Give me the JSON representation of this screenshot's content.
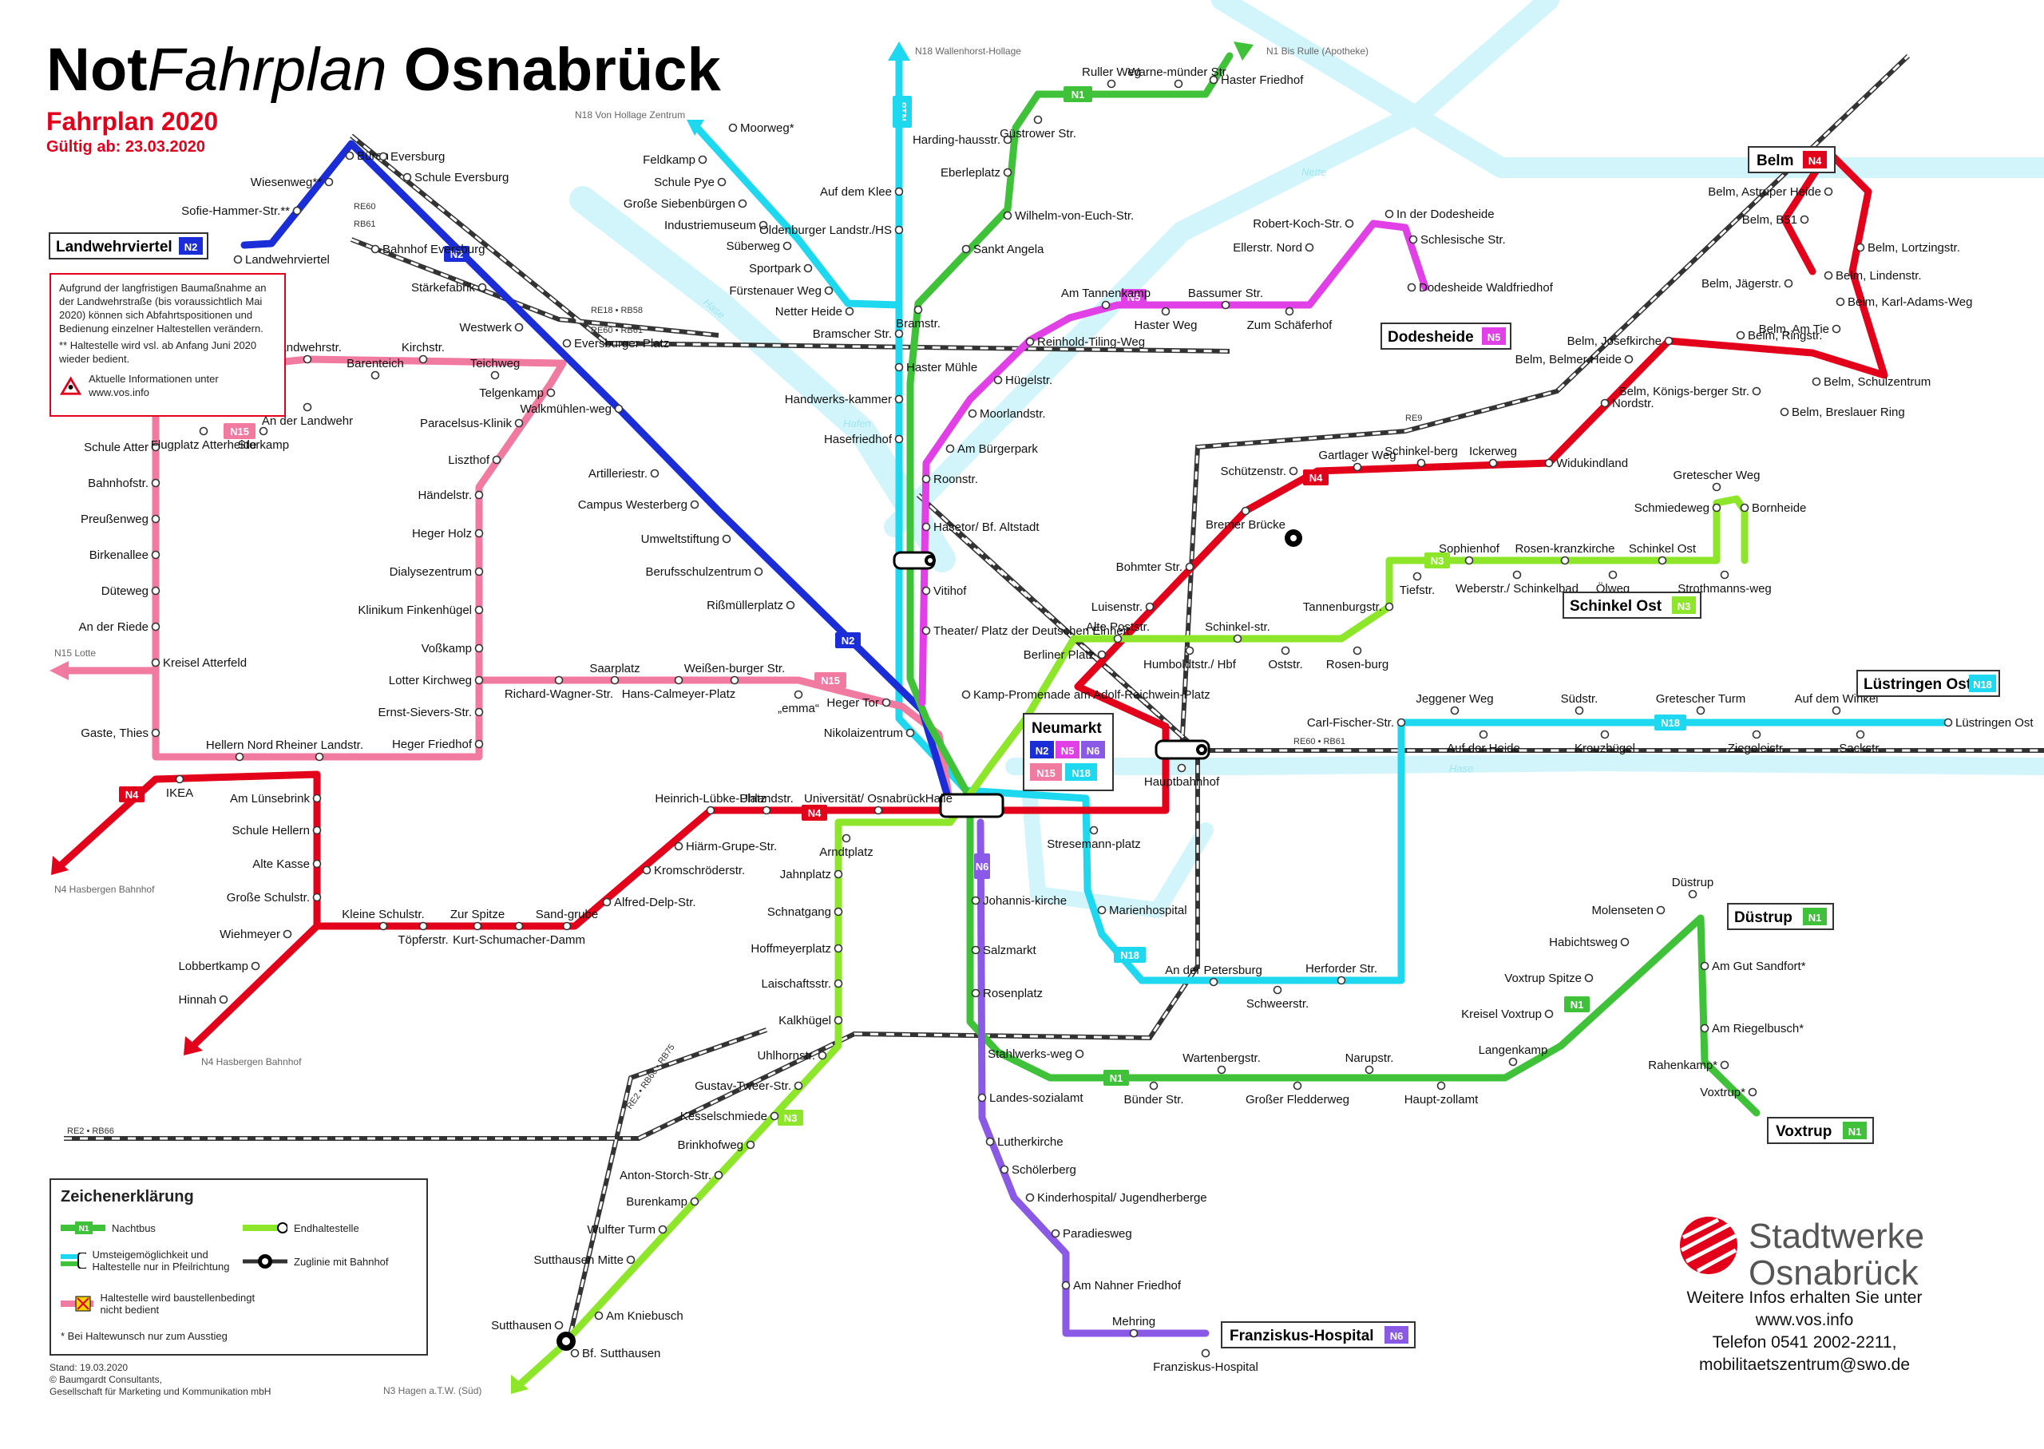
{
  "header": {
    "title_part1": "Not",
    "title_part2": "Fahrplan",
    "title_part3": "Osnabrück",
    "subtitle": "Fahrplan 2020",
    "validity": "Gültig ab: 23.03.2020"
  },
  "notice": {
    "text": "Aufgrund der langfristigen Baumaßnahme an der Landwehrstraße (bis voraussichtlich Mai 2020) können sich Abfahrtspositionen und Bedienung einzelner Haltestellen verändern.",
    "note": "** Haltestelle wird vsl. ab Anfang Juni 2020 wieder bedient.",
    "info": "Aktuelle Informationen unter www.vos.info"
  },
  "lines": {
    "N1": {
      "label": "N1",
      "color": "#3fc23a"
    },
    "N2": {
      "label": "N2",
      "color": "#1a2dd6"
    },
    "N3": {
      "label": "N3",
      "color": "#8ee62b"
    },
    "N4": {
      "label": "N4",
      "color": "#e2001a"
    },
    "N5": {
      "label": "N5",
      "color": "#e040e6"
    },
    "N6": {
      "label": "N6",
      "color": "#8a5ae6"
    },
    "N15": {
      "label": "N15",
      "color": "#f07aa0"
    },
    "N18": {
      "label": "N18",
      "color": "#1ed8f0"
    }
  },
  "termini": {
    "landwehrviertel": "Landwehrviertel",
    "dodesheide": "Dodesheide",
    "belm": "Belm",
    "schinkel_ost": "Schinkel Ost",
    "luestringen_ost": "Lüstringen Ost",
    "duestrup": "Düstrup",
    "voxtrup": "Voxtrup",
    "franziskus": "Franziskus-Hospital",
    "neumarkt": "Neumarkt"
  },
  "directions": {
    "n18_north": "N18 Wallenhorst-Hollage",
    "n1_north": "N1 Bis Rulle (Apotheke)",
    "n18_hollage": "N18 Von Hollage Zentrum",
    "n15_lotte": "N15 Lotte",
    "n4_hasbergen1": "N4 Hasbergen Bahnhof",
    "n4_hasbergen2": "N4 Hasbergen Bahnhof",
    "n3_hagen": "N3 Hagen a.T.W. (Süd)"
  },
  "rail": {
    "re60": "RE60",
    "rb61": "RB61",
    "re18_rb58": "RE18 • RB58",
    "re60_rb61": "RE60 • RB61",
    "re9": "RE9",
    "re60_rb61_east": "RE60 • RB61",
    "re2_rb66_rb75": "RE2 • RB66 • RB75",
    "re2_rb66": "RE2 • RB66"
  },
  "water": {
    "nette": "Nette",
    "hase1": "Hase",
    "hafen": "Hafen",
    "hase2": "Hase"
  },
  "stations": [
    {
      "id": "bueren",
      "name": "Büren"
    },
    {
      "id": "eversburg",
      "name": "Eversburg"
    },
    {
      "id": "schule_eversburg",
      "name": "Schule Eversburg"
    },
    {
      "id": "wiesenweg",
      "name": "Wiesenweg**"
    },
    {
      "id": "sofie",
      "name": "Sofie-Hammer-Str.**"
    },
    {
      "id": "landwehrviertel_stop",
      "name": "Landwehrviertel"
    },
    {
      "id": "bahnhof_eversburg",
      "name": "Bahnhof Eversburg"
    },
    {
      "id": "staerkefabrik",
      "name": "Stärkefabrik"
    },
    {
      "id": "westwerk",
      "name": "Westwerk"
    },
    {
      "id": "eversburger_platz",
      "name": "Eversburger Platz"
    },
    {
      "id": "walkmuehlenweg",
      "name": "Walkmühlen-weg"
    },
    {
      "id": "artilleriestr",
      "name": "Artilleriestr."
    },
    {
      "id": "campus_westerberg",
      "name": "Campus Westerberg"
    },
    {
      "id": "umweltstiftung",
      "name": "Umweltstiftung"
    },
    {
      "id": "berufsschulzentrum",
      "name": "Berufsschulzentrum"
    },
    {
      "id": "rissmuellerplatz",
      "name": "Rißmüllerplatz"
    },
    {
      "id": "landwehrstr",
      "name": "Landwehrstr."
    },
    {
      "id": "kirchstr",
      "name": "Kirchstr."
    },
    {
      "id": "barenteich",
      "name": "Barenteich"
    },
    {
      "id": "teichweg",
      "name": "Teichweg"
    },
    {
      "id": "an_der_landwehr",
      "name": "An der Landwehr"
    },
    {
      "id": "telgenkamp",
      "name": "Telgenkamp"
    },
    {
      "id": "paracelsus",
      "name": "Paracelsus-Klinik"
    },
    {
      "id": "liszthof",
      "name": "Liszthof"
    },
    {
      "id": "haendelstr",
      "name": "Händelstr."
    },
    {
      "id": "heger_holz",
      "name": "Heger Holz"
    },
    {
      "id": "dialysezentrum",
      "name": "Dialysezentrum"
    },
    {
      "id": "klinikum",
      "name": "Klinikum Finkenhügel"
    },
    {
      "id": "vossamp",
      "name": "Voßkamp"
    },
    {
      "id": "lotter_kirchweg",
      "name": "Lotter Kirchweg"
    },
    {
      "id": "ernst_sievers",
      "name": "Ernst-Sievers-Str."
    },
    {
      "id": "heger_friedhof",
      "name": "Heger Friedhof"
    },
    {
      "id": "schule_atter",
      "name": "Schule Atter"
    },
    {
      "id": "flugplatz",
      "name": "Flugplatz Atterheide"
    },
    {
      "id": "storkamp",
      "name": "Storkamp"
    },
    {
      "id": "bahnhofstr",
      "name": "Bahnhofstr."
    },
    {
      "id": "preussenweg",
      "name": "Preußenweg"
    },
    {
      "id": "birkenallee",
      "name": "Birkenallee"
    },
    {
      "id": "dueteweg",
      "name": "Düteweg"
    },
    {
      "id": "an_der_riede",
      "name": "An der Riede"
    },
    {
      "id": "kreisel_atterfeld",
      "name": "Kreisel Atterfeld"
    },
    {
      "id": "gaste",
      "name": "Gaste, Thies"
    },
    {
      "id": "hellern_nord",
      "name": "Hellern Nord"
    },
    {
      "id": "rheiner",
      "name": "Rheiner Landstr."
    },
    {
      "id": "ikea",
      "name": "IKEA"
    },
    {
      "id": "richard_wagner",
      "name": "Richard-Wagner-Str."
    },
    {
      "id": "saarplatz",
      "name": "Saarplatz"
    },
    {
      "id": "hans_calmeyer",
      "name": "Hans-Calmeyer-Platz"
    },
    {
      "id": "weissenburger",
      "name": "Weißen-burger Str."
    },
    {
      "id": "emma",
      "name": "„emma“"
    },
    {
      "id": "heger_tor",
      "name": "Heger Tor"
    },
    {
      "id": "nikolaizentrum",
      "name": "Nikolaizentrum"
    },
    {
      "id": "am_luensebrink",
      "name": "Am Lünsebrink"
    },
    {
      "id": "schule_hellern",
      "name": "Schule Hellern"
    },
    {
      "id": "alte_kasse",
      "name": "Alte Kasse"
    },
    {
      "id": "grosse_schulstr",
      "name": "Große Schulstr."
    },
    {
      "id": "wiehmeyer",
      "name": "Wiehmeyer"
    },
    {
      "id": "lobbertkamp",
      "name": "Lobbertkamp"
    },
    {
      "id": "hinnah",
      "name": "Hinnah"
    },
    {
      "id": "kleine_schulstr",
      "name": "Kleine Schulstr."
    },
    {
      "id": "toepferstr",
      "name": "Töpferstr."
    },
    {
      "id": "zur_spitze",
      "name": "Zur Spitze"
    },
    {
      "id": "kurt_schumacher",
      "name": "Kurt-Schumacher-Damm"
    },
    {
      "id": "sandgrube",
      "name": "Sand-grube"
    },
    {
      "id": "alfred_delp",
      "name": "Alfred-Delp-Str."
    },
    {
      "id": "kromschroeder",
      "name": "Kromschröderstr."
    },
    {
      "id": "hiaerm",
      "name": "Hiärm-Grupe-Str."
    },
    {
      "id": "heinrich_luebke",
      "name": "Heinrich-Lübke-Platz"
    },
    {
      "id": "uhlandstr",
      "name": "Uhlandstr."
    },
    {
      "id": "universitaet",
      "name": "Universität/ OsnabrückHalle"
    },
    {
      "id": "arndtplatz",
      "name": "Arndtplatz"
    },
    {
      "id": "jahnplatz",
      "name": "Jahnplatz"
    },
    {
      "id": "schnatgang",
      "name": "Schnatgang"
    },
    {
      "id": "hoffmeyerplatz",
      "name": "Hoffmeyerplatz"
    },
    {
      "id": "laischaftsstr",
      "name": "Laischaftsstr."
    },
    {
      "id": "kalkhuegel",
      "name": "Kalkhügel"
    },
    {
      "id": "uhlhornstr",
      "name": "Uhlhornstr."
    },
    {
      "id": "gustav_tweer",
      "name": "Gustav-Tweer-Str."
    },
    {
      "id": "kesselschmiede",
      "name": "Kesselschmiede"
    },
    {
      "id": "brinkhofweg",
      "name": "Brinkhofweg"
    },
    {
      "id": "anton_storch",
      "name": "Anton-Storch-Str."
    },
    {
      "id": "burenkamp",
      "name": "Burenkamp"
    },
    {
      "id": "wulfter_turm",
      "name": "Wulfter Turm"
    },
    {
      "id": "sutthausen_mitte",
      "name": "Sutthausen Mitte"
    },
    {
      "id": "am_kniebusch",
      "name": "Am Kniebusch"
    },
    {
      "id": "sutthausen",
      "name": "Sutthausen"
    },
    {
      "id": "bf_sutthausen",
      "name": "Bf. Sutthausen"
    },
    {
      "id": "moorweg",
      "name": "Moorweg*"
    },
    {
      "id": "feldkamp",
      "name": "Feldkamp"
    },
    {
      "id": "schule_pye",
      "name": "Schule Pye"
    },
    {
      "id": "grosse_siebenbuergen",
      "name": "Große Siebenbürgen"
    },
    {
      "id": "industriemuseum",
      "name": "Industriemuseum"
    },
    {
      "id": "sueberweg",
      "name": "Süberweg"
    },
    {
      "id": "sportpark",
      "name": "Sportpark"
    },
    {
      "id": "fuerstenauer",
      "name": "Fürstenauer Weg"
    },
    {
      "id": "netter_heide",
      "name": "Netter Heide"
    },
    {
      "id": "bramscher_str",
      "name": "Bramscher Str."
    },
    {
      "id": "auf_dem_klee",
      "name": "Auf dem Klee"
    },
    {
      "id": "oldenburger",
      "name": "Oldenburger Landstr./HS"
    },
    {
      "id": "haster_muehle",
      "name": "Haster Mühle"
    },
    {
      "id": "handwerkskammer",
      "name": "Handwerks-kammer"
    },
    {
      "id": "hasefriedhof",
      "name": "Hasefriedhof"
    },
    {
      "id": "roonstr",
      "name": "Roonstr."
    },
    {
      "id": "hasetor",
      "name": "Hasetor/ Bf. Altstadt"
    },
    {
      "id": "vitihof",
      "name": "Vitihof"
    },
    {
      "id": "theater",
      "name": "Theater/ Platz der Deutschen Einheit"
    },
    {
      "id": "kamp_promenade",
      "name": "Kamp-Promenade am Adolf-Reichwein-Platz"
    },
    {
      "id": "harding",
      "name": "Harding-hausstr."
    },
    {
      "id": "eberleplatz",
      "name": "Eberleplatz"
    },
    {
      "id": "ruller_weg",
      "name": "Ruller Weg"
    },
    {
      "id": "warne",
      "name": "Warne-münder Str."
    },
    {
      "id": "haster_friedhof",
      "name": "Haster Friedhof"
    },
    {
      "id": "guestrower",
      "name": "Güstrower Str."
    },
    {
      "id": "wilhelm_von_euch",
      "name": "Wilhelm-von-Euch-Str."
    },
    {
      "id": "sankt_angela",
      "name": "Sankt Angela"
    },
    {
      "id": "bramstr",
      "name": "Bramstr."
    },
    {
      "id": "robert_koch",
      "name": "Robert-Koch-Str."
    },
    {
      "id": "in_der_dodesheide",
      "name": "In der Dodesheide"
    },
    {
      "id": "schlesische",
      "name": "Schlesische Str."
    },
    {
      "id": "dodesheide_wf",
      "name": "Dodesheide Waldfriedhof"
    },
    {
      "id": "ellerstr_nord",
      "name": "Ellerstr. Nord"
    },
    {
      "id": "bassumer",
      "name": "Bassumer Str."
    },
    {
      "id": "am_tannenkamp",
      "name": "Am Tannenkamp"
    },
    {
      "id": "haster_weg",
      "name": "Haster Weg"
    },
    {
      "id": "zum_schaeferhof",
      "name": "Zum Schäferhof"
    },
    {
      "id": "reinhold_tiling",
      "name": "Reinhold-Tiling-Weg"
    },
    {
      "id": "huegelstr",
      "name": "Hügelstr."
    },
    {
      "id": "moorlandstr",
      "name": "Moorlandstr."
    },
    {
      "id": "am_buergerpark",
      "name": "Am Bürgerpark"
    },
    {
      "id": "belm_astruper",
      "name": "Belm, Astruper Heide"
    },
    {
      "id": "belm_b51",
      "name": "Belm, B51"
    },
    {
      "id": "belm_lortzing",
      "name": "Belm, Lortzingstr."
    },
    {
      "id": "belm_jaeger",
      "name": "Belm, Jägerstr."
    },
    {
      "id": "belm_lindenstr",
      "name": "Belm, Lindenstr."
    },
    {
      "id": "belm_karl_adams",
      "name": "Belm, Karl-Adams-Weg"
    },
    {
      "id": "belm_am_tie",
      "name": "Belm, Am Tie"
    },
    {
      "id": "belm_josefkirche",
      "name": "Belm, Josefkirche"
    },
    {
      "id": "belm_belmer_heide",
      "name": "Belm, Belmer Heide"
    },
    {
      "id": "belm_ringstr",
      "name": "Belm, Ringstr."
    },
    {
      "id": "belm_schulzentrum",
      "name": "Belm, Schulzentrum"
    },
    {
      "id": "belm_koenigsberger",
      "name": "Belm, Königs-berger Str."
    },
    {
      "id": "belm_breslauer",
      "name": "Belm, Breslauer Ring"
    },
    {
      "id": "nordstr",
      "name": "Nordstr."
    },
    {
      "id": "widukindland",
      "name": "Widukindland"
    },
    {
      "id": "schuetzenstr",
      "name": "Schützenstr."
    },
    {
      "id": "gartlager",
      "name": "Gartlager Weg"
    },
    {
      "id": "schinkelberg",
      "name": "Schinkel-berg"
    },
    {
      "id": "ickerweg",
      "name": "Ickerweg"
    },
    {
      "id": "bremer_bruecke",
      "name": "Bremer Brücke"
    },
    {
      "id": "bohmter",
      "name": "Bohmter Str."
    },
    {
      "id": "luisenstr",
      "name": "Luisenstr."
    },
    {
      "id": "berliner_platz",
      "name": "Berliner Platz"
    },
    {
      "id": "alte_poststr",
      "name": "Alte Poststr."
    },
    {
      "id": "gretescher_weg",
      "name": "Gretescher Weg"
    },
    {
      "id": "schmiedeweg",
      "name": "Schmiedeweg"
    },
    {
      "id": "bornheide",
      "name": "Bornheide"
    },
    {
      "id": "sophienhof",
      "name": "Sophienhof"
    },
    {
      "id": "rosenkranzkirche",
      "name": "Rosen-kranzkirche"
    },
    {
      "id": "schinkel_ost_stop",
      "name": "Schinkel Ost"
    },
    {
      "id": "tiefstr",
      "name": "Tiefstr."
    },
    {
      "id": "weberstr",
      "name": "Weberstr./ Schinkelbad"
    },
    {
      "id": "oelweg",
      "name": "Ölweg"
    },
    {
      "id": "strothmannsweg",
      "name": "Strothmanns-weg"
    },
    {
      "id": "tannenburgstr",
      "name": "Tannenburgstr."
    },
    {
      "id": "schinkelstr",
      "name": "Schinkel-str."
    },
    {
      "id": "humboldtstr",
      "name": "Humboldtstr./ Hbf"
    },
    {
      "id": "oststr",
      "name": "Oststr."
    },
    {
      "id": "rosenburg",
      "name": "Rosen-burg"
    },
    {
      "id": "carl_fischer",
      "name": "Carl-Fischer-Str."
    },
    {
      "id": "jeggener_weg",
      "name": "Jeggener Weg"
    },
    {
      "id": "auf_der_heide",
      "name": "Auf der Heide"
    },
    {
      "id": "suedstr",
      "name": "Südstr."
    },
    {
      "id": "gretescher_turm",
      "name": "Gretescher Turm"
    },
    {
      "id": "kreuzhuegel",
      "name": "Kreuzhügel"
    },
    {
      "id": "auf_dem_winkel",
      "name": "Auf dem Winkel"
    },
    {
      "id": "ziegeleistr",
      "name": "Ziegeleistr."
    },
    {
      "id": "sackstr",
      "name": "Sackstr."
    },
    {
      "id": "luestringen_ost_stop",
      "name": "Lüstringen Ost"
    },
    {
      "id": "hauptbahnhof",
      "name": "Hauptbahnhof"
    },
    {
      "id": "stresemannplatz",
      "name": "Stresemann-platz"
    },
    {
      "id": "marienhospital",
      "name": "Marienhospital"
    },
    {
      "id": "an_der_petersburg",
      "name": "An der Petersburg"
    },
    {
      "id": "schweerstr",
      "name": "Schweerstr."
    },
    {
      "id": "herforder",
      "name": "Herforder Str."
    },
    {
      "id": "johanniskirche",
      "name": "Johannis-kirche"
    },
    {
      "id": "salzmarkt",
      "name": "Salzmarkt"
    },
    {
      "id": "rosenplatz",
      "name": "Rosenplatz"
    },
    {
      "id": "stahlwerksweg",
      "name": "Stahlwerks-weg"
    },
    {
      "id": "buender",
      "name": "Bünder Str."
    },
    {
      "id": "wartenbergstr",
      "name": "Wartenbergstr."
    },
    {
      "id": "grosser_fledderweg",
      "name": "Großer Fledderweg"
    },
    {
      "id": "narupstr",
      "name": "Narupstr."
    },
    {
      "id": "hauptzollamt",
      "name": "Haupt-zollamt"
    },
    {
      "id": "langenkamp",
      "name": "Langenkamp"
    },
    {
      "id": "kreisel_voxtrup",
      "name": "Kreisel Voxtrup"
    },
    {
      "id": "voxtrup_spitze",
      "name": "Voxtrup Spitze"
    },
    {
      "id": "habichtsweg",
      "name": "Habichtsweg"
    },
    {
      "id": "molenseten",
      "name": "Molenseten"
    },
    {
      "id": "duestrup_stop",
      "name": "Düstrup"
    },
    {
      "id": "am_gut_sandfort",
      "name": "Am Gut Sandfort*"
    },
    {
      "id": "am_riegelbusch",
      "name": "Am Riegelbusch*"
    },
    {
      "id": "rahenkamp",
      "name": "Rahenkamp*"
    },
    {
      "id": "voxtrup_stop",
      "name": "Voxtrup*"
    },
    {
      "id": "landessozialamt",
      "name": "Landes-sozialamt"
    },
    {
      "id": "lutherkirche",
      "name": "Lutherkirche"
    },
    {
      "id": "schoelerberg",
      "name": "Schölerberg"
    },
    {
      "id": "kinderhospital",
      "name": "Kinderhospital/ Jugendherberge"
    },
    {
      "id": "paradiesweg",
      "name": "Paradiesweg"
    },
    {
      "id": "am_nahner_friedhof",
      "name": "Am Nahner Friedhof"
    },
    {
      "id": "mehring",
      "name": "Mehring"
    },
    {
      "id": "franziskus_stop",
      "name": "Franziskus-Hospital"
    }
  ],
  "legend": {
    "title": "Zeichenerklärung",
    "nachtbus": "Nachtbus",
    "endhaltestelle": "Endhaltestelle",
    "umsteige": "Umsteigemöglichkeit und Haltestelle nur in Pfeilrichtung",
    "zuglinie": "Zuglinie mit Bahnhof",
    "baustelle": "Haltestelle wird baustellenbedingt nicht bedient",
    "ausstieg": "* Bei Haltewunsch nur zum Ausstieg"
  },
  "imprint": {
    "stand": "Stand: 19.03.2020",
    "copyright": "© Baumgardt Consultants,",
    "company": "Gesellschaft für Marketing und Kommunikation mbH"
  },
  "brand": {
    "line1": "Stadtwerke",
    "line2": "Osnabrück"
  },
  "contact": {
    "info": "Weitere Infos erhalten Sie unter",
    "url": "www.vos.info",
    "phone": "Telefon 0541 2002-2211,",
    "email": "mobilitaetszentrum@swo.de"
  }
}
